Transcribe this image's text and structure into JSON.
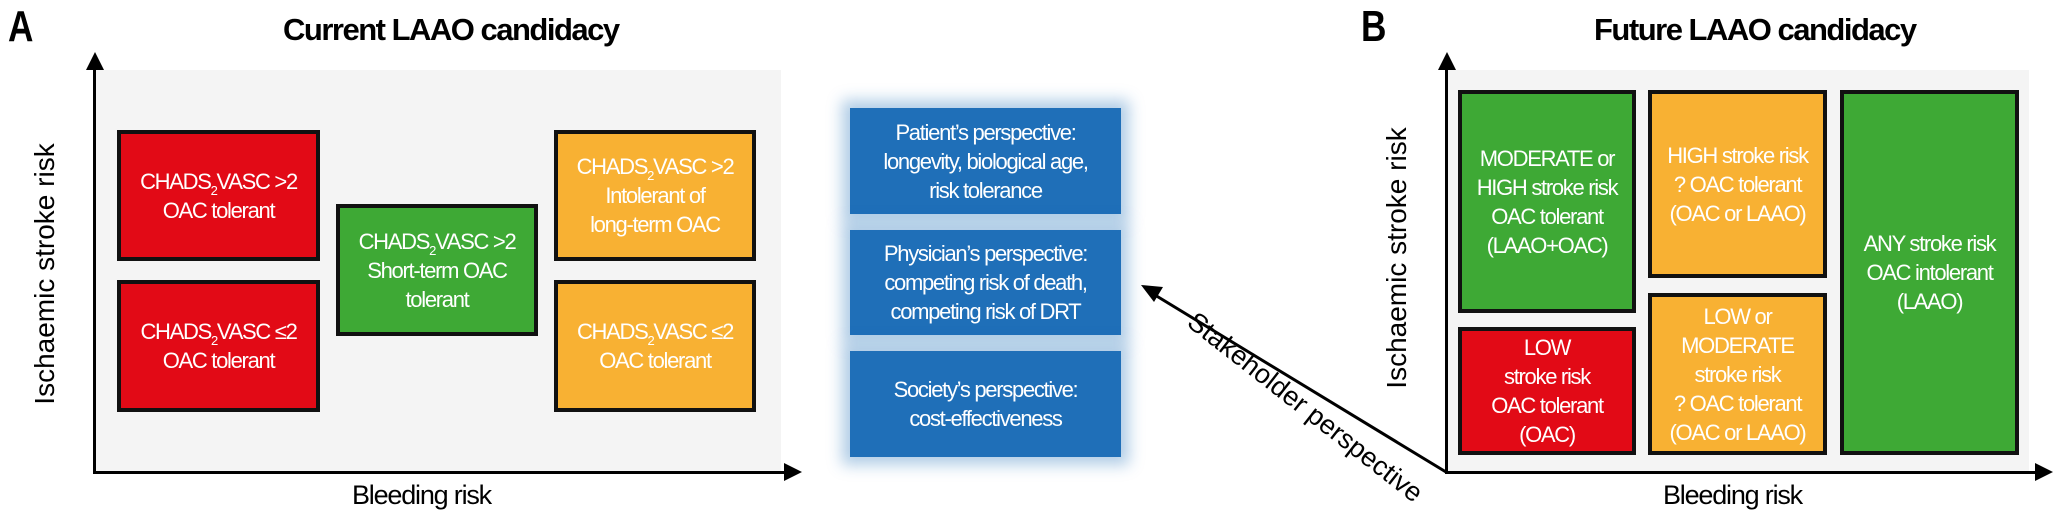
{
  "panel_a": {
    "letter": "A",
    "title": "Current LAAO candidacy",
    "y_label": "Ischaemic stroke risk",
    "x_label": "Bleeding risk",
    "boxes": [
      {
        "pre": "CHADS",
        "sub": "2",
        "post": "VASC >2",
        "line2": "OAC tolerant",
        "line3": ""
      },
      {
        "pre": "CHADS",
        "sub": "2",
        "post": "VASC ≤2",
        "line2": "OAC tolerant",
        "line3": ""
      },
      {
        "pre": "CHADS",
        "sub": "2",
        "post": "VASC >2",
        "line2": "Short-term OAC",
        "line3": "tolerant"
      },
      {
        "pre": "CHADS",
        "sub": "2",
        "post": "VASC >2",
        "line2": "Intolerant of",
        "line3": "long-term OAC"
      },
      {
        "pre": "CHADS",
        "sub": "2",
        "post": "VASC ≤2",
        "line2": "OAC tolerant",
        "line3": ""
      }
    ]
  },
  "perspectives": [
    {
      "lines": [
        "Patient’s perspective:",
        "longevity, biological age,",
        "risk tolerance"
      ]
    },
    {
      "lines": [
        "Physician’s perspective:",
        "competing risk of death,",
        "competing risk of DRT"
      ]
    },
    {
      "lines": [
        "Society’s perspective:",
        "cost-effectiveness"
      ]
    }
  ],
  "arrow_label": "Stakeholder perspective",
  "panel_b": {
    "letter": "B",
    "title": "Future LAAO candidacy",
    "y_label": "Ischaemic stroke risk",
    "x_label": "Bleeding risk",
    "boxes": [
      {
        "lines": [
          "MODERATE or",
          "HIGH stroke risk",
          "OAC tolerant",
          "(LAAO+OAC)"
        ]
      },
      {
        "lines": [
          "HIGH stroke risk",
          "? OAC tolerant",
          "(OAC or LAAO)"
        ]
      },
      {
        "lines": [
          "ANY stroke risk",
          "OAC intolerant",
          "(LAAO)"
        ]
      },
      {
        "lines": [
          "LOW",
          "stroke risk",
          "OAC tolerant",
          "(OAC)"
        ]
      },
      {
        "lines": [
          "LOW or",
          "MODERATE",
          "stroke risk",
          "? OAC tolerant",
          "(OAC or LAAO)"
        ]
      }
    ]
  },
  "colors": {
    "red": "#e20a16",
    "green": "#3ea935",
    "orange": "#f8b133",
    "blue": "#1f6fb8",
    "plot_bg": "#f4f4f4"
  }
}
